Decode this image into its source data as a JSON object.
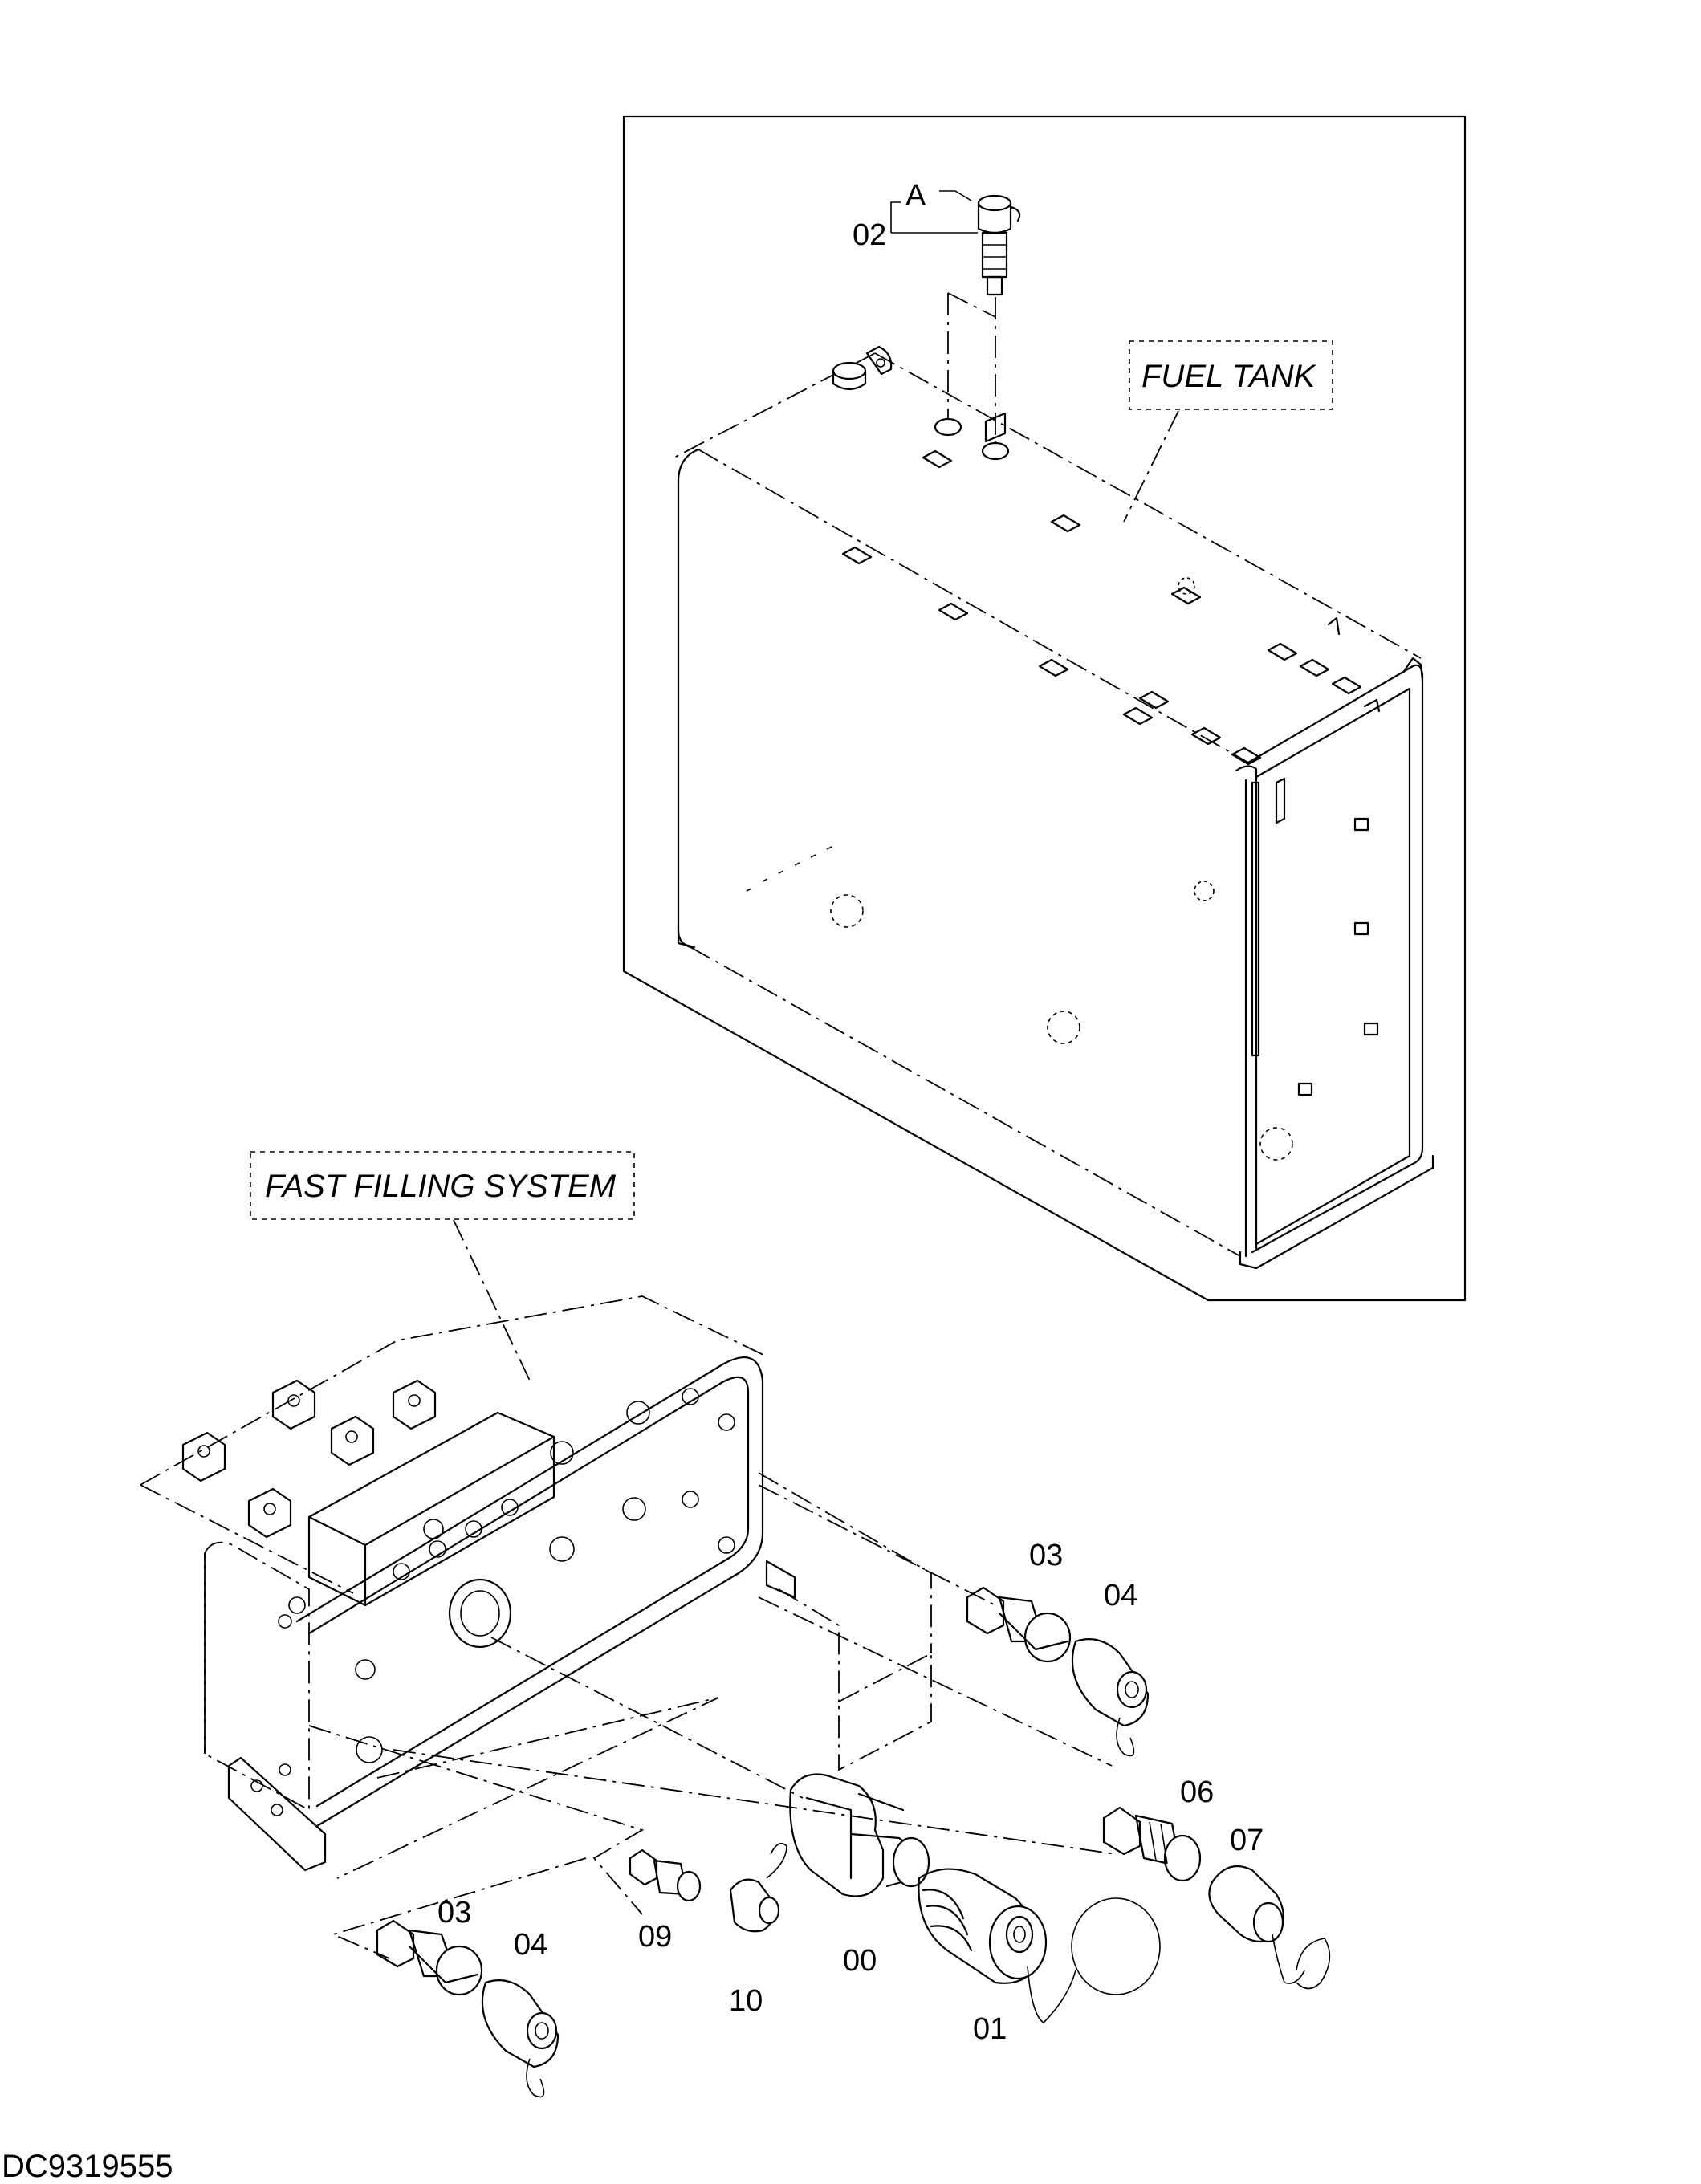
{
  "drawing_code": "DC9319555",
  "detail_marker": "A",
  "labels": {
    "fuel_tank": "FUEL TANK",
    "fast_filling_system": "FAST FILLING SYSTEM"
  },
  "callouts": {
    "p00": "00",
    "p01": "01",
    "p02": "02",
    "p03a": "03",
    "p04a": "04",
    "p03b": "03",
    "p04b": "04",
    "p06": "06",
    "p07": "07",
    "p09": "09",
    "p10": "10"
  }
}
